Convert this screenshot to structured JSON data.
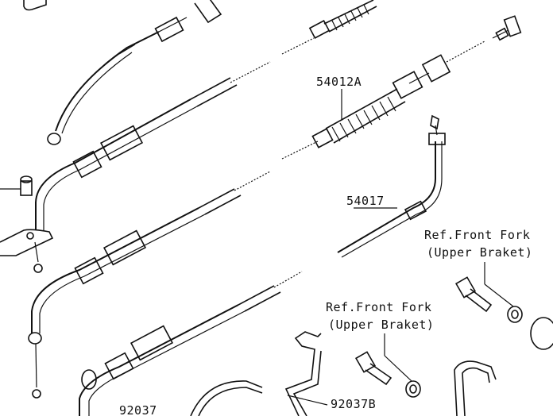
{
  "labels": {
    "cable_54012A": "54012A",
    "cable_54017": "54017",
    "ref_front_fork_1_line1": "Ref.Front Fork",
    "ref_front_fork_1_line2": "(Upper Braket)",
    "ref_front_fork_2_line1": "Ref.Front Fork",
    "ref_front_fork_2_line2": "(Upper Braket)",
    "clamp_92037B": "92037B",
    "clamp_92037": "92037"
  }
}
